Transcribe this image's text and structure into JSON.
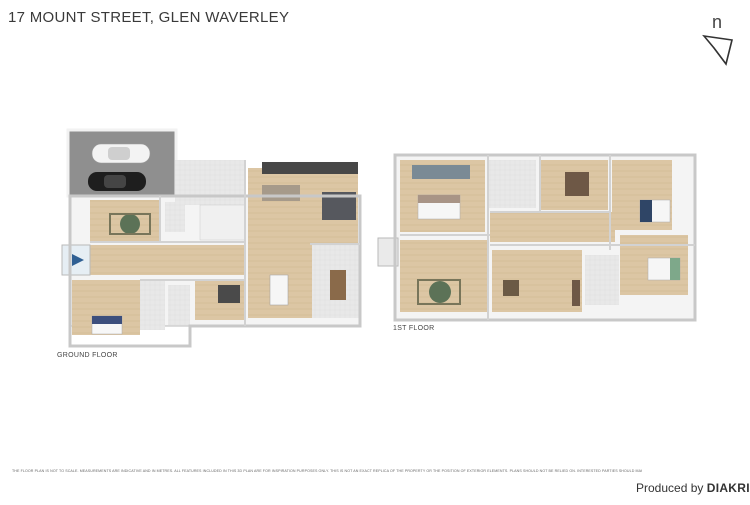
{
  "header": {
    "title": "17 MOUNT STREET, GLEN WAVERLEY"
  },
  "compass": {
    "letter": "n",
    "icon": "north-arrow-icon"
  },
  "floors": [
    {
      "label": "GROUND FLOOR"
    },
    {
      "label": "1ST FLOOR"
    }
  ],
  "footer": {
    "disclaimer": "THE FLOOR PLAN IS NOT TO SCALE. MEASUREMENTS ARE INDICATIVE AND IN METRES. ALL FEATURES INCLUDED IN THIS 3D PLAN ARE FOR INSPIRATION PURPOSES ONLY. THIS IS NOT AN EXACT REPLICA OF THE PROPERTY OR THE POSITION OF EXTERIOR ELEMENTS. PLANS SHOULD NOT BE RELIED ON. INTERESTED PARTIES SHOULD MAKE AND RELY ON THEIR OWN ENQUIRIES.",
    "produced_by": "Produced by",
    "brand": "DIAKRIT"
  },
  "colors": {
    "wall": "#f4f4f4",
    "wall_edge": "#b9b9b9",
    "floor_wood": "#d9c4a3",
    "floor_tile": "#e7e7e7",
    "garage": "#8c8c8c",
    "entry_arrow": "#2f5f93"
  }
}
